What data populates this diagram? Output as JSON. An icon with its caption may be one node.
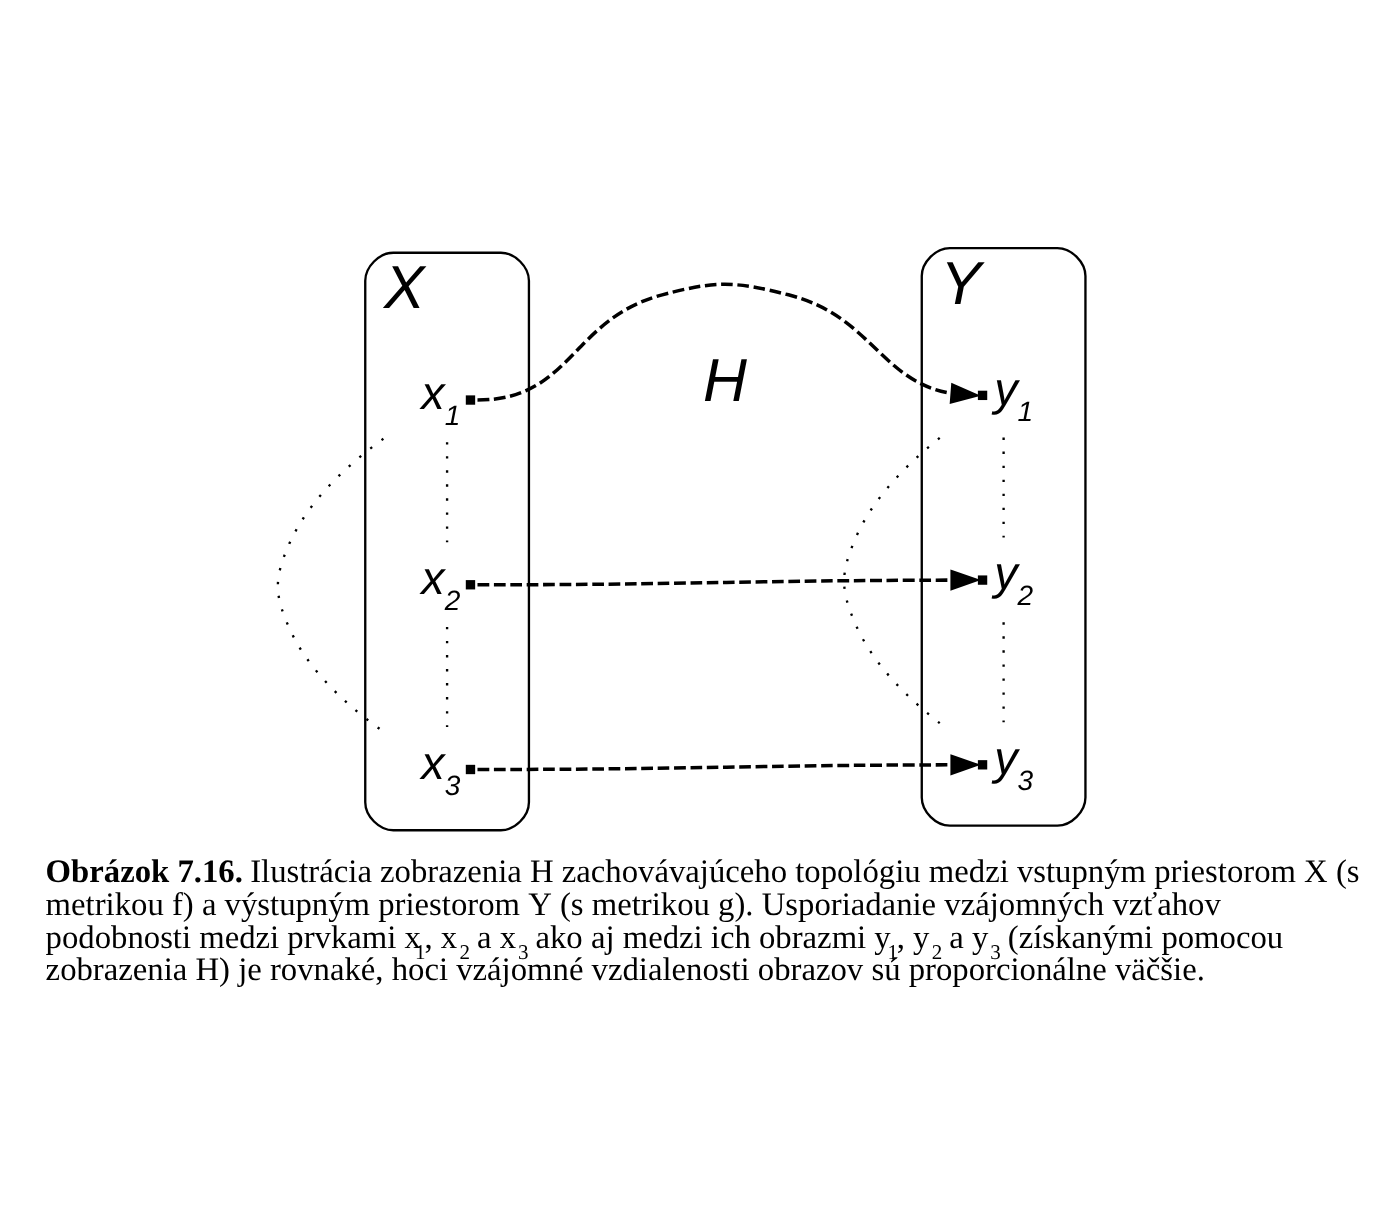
{
  "diagram": {
    "caption": "**Obrázok 7.16.** Ilustrácia zobrazenia H zachovávajúceho topológiu medzi vstupným priestorom X (s metrikou f) a výstupným priestorom Y (s metrikou g). Usporiadanie vzájomných vzťahov podobnosti medzi prvkami x$_{1}$, x$_{2}$ a x$_{3}$ ako aj medzi ich obrazmi y$_{1}$, y$_{2}$ a y$_{3}$ (získanými pomocou zobrazenia H) je rovnaké, hoci vzájomné vzdialenosti obrazov sú proporcionálne väčšie.",
    "nodes": [
      {
        "text": [
          "X"
        ]
      },
      {
        "text": [
          "x$_{1}$"
        ],
        "in": 0
      },
      {
        "text": [
          "x$_{2}$"
        ],
        "in": 0
      },
      {
        "text": [
          "x$_{3}$"
        ],
        "in": 0
      },
      {
        "text": [
          "Y"
        ]
      },
      {
        "text": [
          "y$_{1}$"
        ],
        "in": 4
      },
      {
        "text": [
          "y$_{2}$"
        ],
        "in": 4
      },
      {
        "text": [
          "y$_{3}$"
        ],
        "in": 4
      }
    ],
    "edges": [
      {
        "from": 1,
        "to": 5,
        "arrow": "to",
        "style": "dashed"
      },
      {
        "from": 2,
        "to": 6,
        "arrow": "to",
        "style": "dashed"
      },
      {
        "from": 3,
        "to": 7,
        "arrow": "to",
        "style": "dashed"
      },
      {
        "from": 1,
        "to": 2,
        "arrow": "none"
      },
      {
        "from": 1,
        "to": 3,
        "arrow": "none"
      },
      {
        "from": 2,
        "to": 3,
        "arrow": "none"
      },
      {
        "from": 5,
        "to": 6,
        "arrow": "none"
      },
      {
        "from": 5,
        "to": 7,
        "arrow": "none"
      },
      {
        "from": 6,
        "to": 7,
        "arrow": "none"
      }
    ],
    "labels": [
      "H"
    ]
  }
}
